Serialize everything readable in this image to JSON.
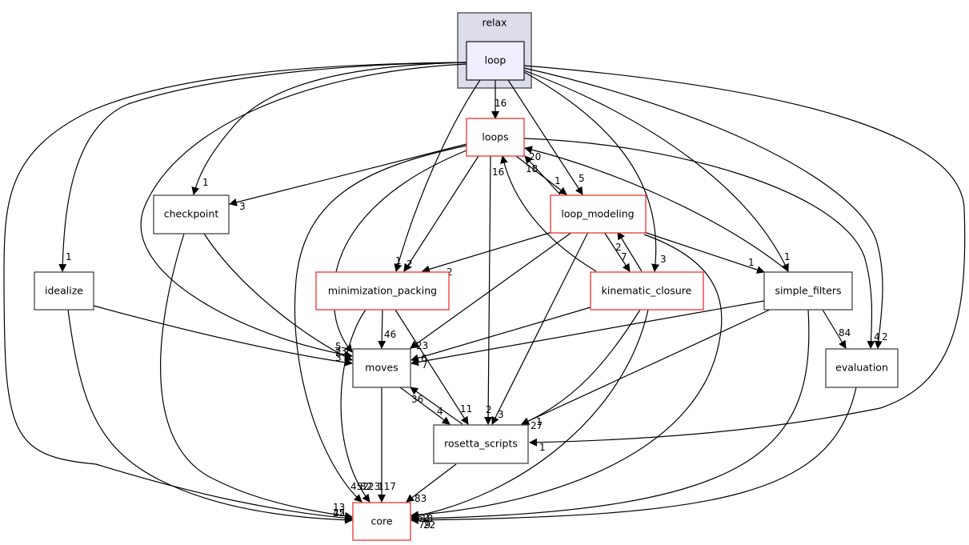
{
  "graph": {
    "cluster": {
      "label": "relax",
      "fill": "#dcdcea"
    },
    "nodes": {
      "loop": {
        "label": "loop",
        "style": "current"
      },
      "loops": {
        "label": "loops",
        "style": "red"
      },
      "checkpoint": {
        "label": "checkpoint",
        "style": "plain"
      },
      "loop_modeling": {
        "label": "loop_modeling",
        "style": "red"
      },
      "idealize": {
        "label": "idealize",
        "style": "plain"
      },
      "minimization_packing": {
        "label": "minimization_packing",
        "style": "red"
      },
      "kinematic_closure": {
        "label": "kinematic_closure",
        "style": "red"
      },
      "simple_filters": {
        "label": "simple_filters",
        "style": "plain"
      },
      "moves": {
        "label": "moves",
        "style": "plain"
      },
      "evaluation": {
        "label": "evaluation",
        "style": "plain"
      },
      "rosetta_scripts": {
        "label": "rosetta_scripts",
        "style": "plain"
      },
      "core": {
        "label": "core",
        "style": "red"
      }
    },
    "edge_labels": {
      "loop_loops": "16",
      "loop_checkpoint": "1",
      "loop_loop_modeling": "5",
      "loop_idealize": "1",
      "loop_minimization_packing": "1",
      "loop_kinematic_closure": "3",
      "loop_simple_filters": "1",
      "loop_moves": "73",
      "loop_evaluation": "4",
      "loop_rosetta_scripts": "1",
      "loop_core": "13",
      "loops_checkpoint": "3",
      "loops_loop_modeling": "1",
      "loops_minimization_packing": "2",
      "loops_moves": "5",
      "loops_rosetta_scripts": "2",
      "loops_core": "452",
      "loop_modeling_loops": "18",
      "loop_modeling_minimization_packing": "2",
      "loop_modeling_kinematic_closure": "7",
      "loop_modeling_simple_filters": "1",
      "loop_modeling_moves": "23",
      "loop_modeling_rosetta_scripts": "3",
      "loop_modeling_core": "62",
      "kinematic_closure_loops": "16",
      "kinematic_closure_loop_modeling": "2",
      "kinematic_closure_moves": "6",
      "kinematic_closure_rosetta_scripts": "1",
      "kinematic_closure_core": "79",
      "simple_filters_loops": "20",
      "simple_filters_moves": "7",
      "simple_filters_evaluation": "84",
      "simple_filters_rosetta_scripts": "27",
      "simple_filters_core": "18",
      "checkpoint_moves": "2",
      "checkpoint_core": "25",
      "idealize_moves": "3",
      "idealize_core": "42",
      "minimization_packing_moves": "46",
      "minimization_packing_rosetta_scripts": "11",
      "minimization_packing_core": "82",
      "moves_rosetta_scripts": "4",
      "moves_core": "117",
      "rosetta_scripts_moves": "36",
      "rosetta_scripts_core": "83",
      "evaluation_core": "22",
      "loop_evaluation_2": "2",
      "moves_core_alt": "23"
    }
  }
}
